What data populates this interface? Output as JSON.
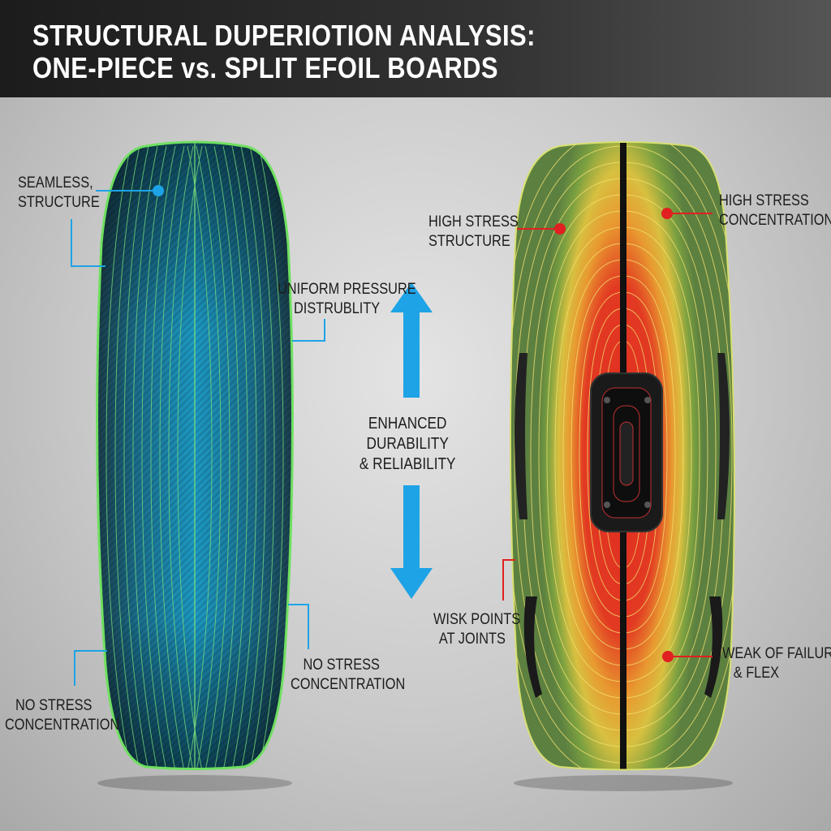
{
  "header": {
    "title_line1": "STRUCTURAL DUPERIOTION  ANALYSIS:",
    "title_line2": "ONE-PIECE vs. SPLIT EFOIL BOARDS"
  },
  "left_board": {
    "labels": {
      "seamless": [
        "SEAMLESS,",
        "STRUCTURE"
      ],
      "uniform": [
        "UNIFORM PRESSURE",
        "DISTRUBLITY"
      ],
      "no_stress_left": [
        "NO STRESS",
        "CONCENTRATION"
      ],
      "no_stress_right": [
        "NO STRESS",
        "CONCENTRATION"
      ]
    }
  },
  "center": {
    "text": [
      "ENHANCED",
      "DURABILITY",
      "& RELIABILITY"
    ],
    "arrow_color": "#1ea3e6"
  },
  "right_board": {
    "labels": {
      "high_stress_structure": [
        "HIGH STRESS",
        "STRUCTURE"
      ],
      "high_stress_concentration": [
        "HIGH STRESS",
        "CONCENTRATION"
      ],
      "wisk_points": [
        "WISK POINTS",
        "AT JOINTS"
      ],
      "weak_failure": [
        "WEAK OF FAILURE",
        "& FLEX"
      ]
    }
  },
  "colors": {
    "blue_marker": "#1ea3e6",
    "red_marker": "#e02020",
    "left_board": "#1b8fb8",
    "stress_high": "#e03020",
    "stress_mid": "#e8b830",
    "stress_low": "#6a9a40"
  }
}
